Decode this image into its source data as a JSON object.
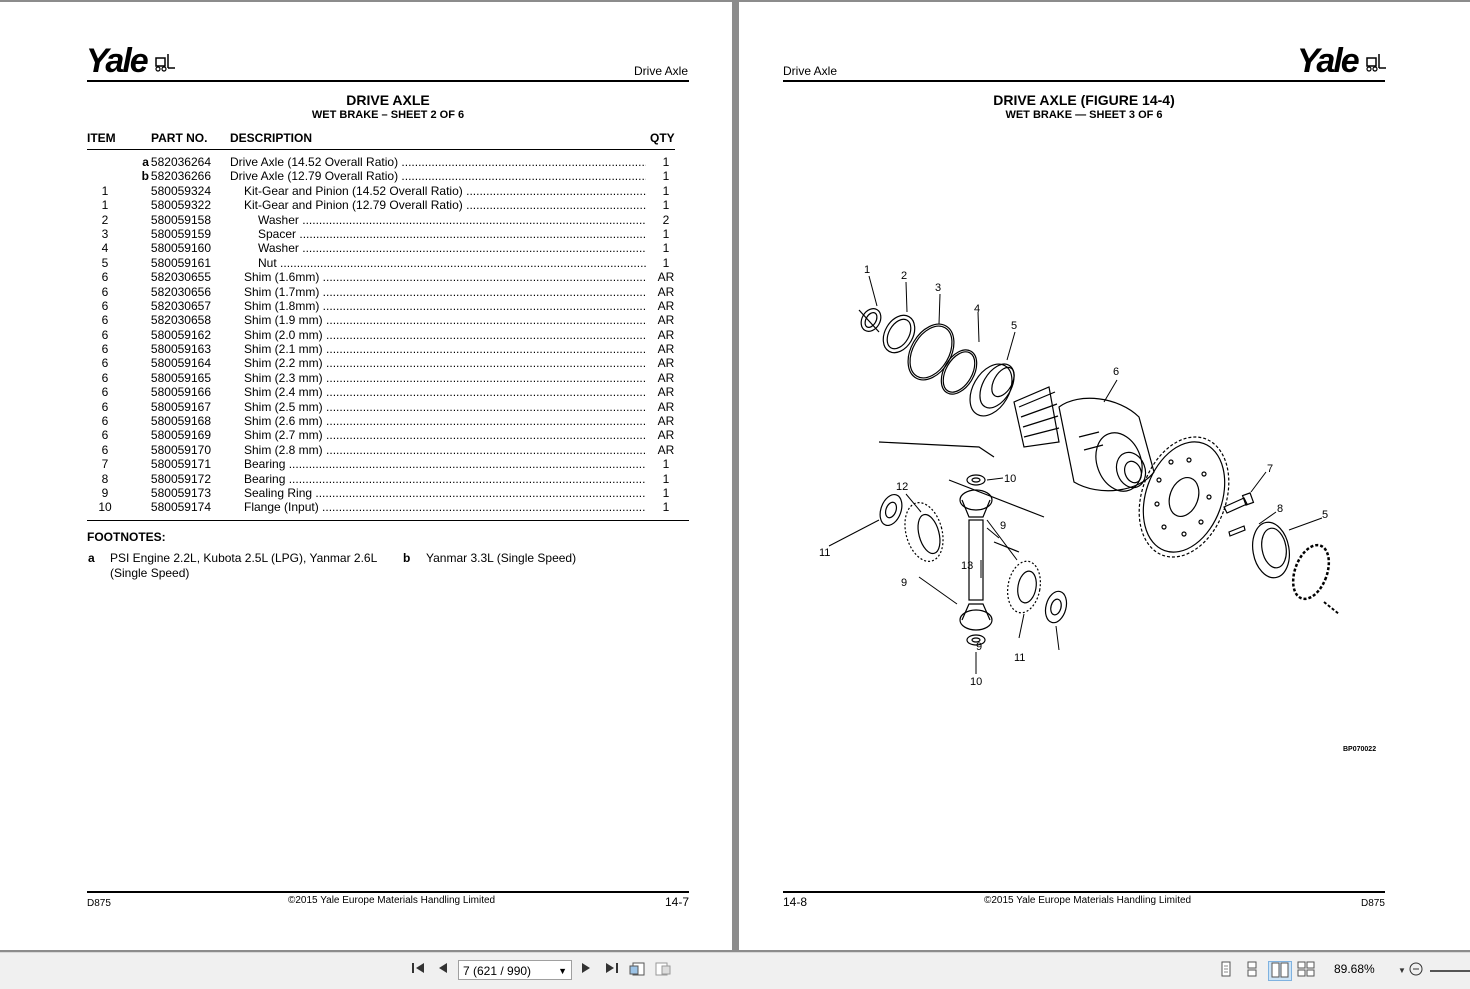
{
  "left_page": {
    "brand": "Yale",
    "header_section": "Drive Axle",
    "title": "DRIVE AXLE",
    "subtitle": "WET BRAKE – SHEET 2 OF 6",
    "columns": {
      "item": "ITEM",
      "part": "PART NO.",
      "desc": "DESCRIPTION",
      "qty": "QTY"
    },
    "rows": [
      {
        "item": "",
        "prefix": "a",
        "part": "582036264",
        "desc": "Drive Axle (14.52 Overall Ratio)",
        "indent": 0,
        "qty": "1"
      },
      {
        "item": "",
        "prefix": "b",
        "part": "582036266",
        "desc": "Drive Axle (12.79 Overall Ratio)",
        "indent": 0,
        "qty": "1"
      },
      {
        "item": "1",
        "prefix": "",
        "part": "580059324",
        "desc": "Kit-Gear and Pinion (14.52 Overall Ratio)",
        "indent": 1,
        "qty": "1"
      },
      {
        "item": "1",
        "prefix": "",
        "part": "580059322",
        "desc": "Kit-Gear and Pinion (12.79 Overall Ratio)",
        "indent": 1,
        "qty": "1"
      },
      {
        "item": "2",
        "prefix": "",
        "part": "580059158",
        "desc": "Washer",
        "indent": 2,
        "qty": "2"
      },
      {
        "item": "3",
        "prefix": "",
        "part": "580059159",
        "desc": "Spacer",
        "indent": 2,
        "qty": "1"
      },
      {
        "item": "4",
        "prefix": "",
        "part": "580059160",
        "desc": "Washer",
        "indent": 2,
        "qty": "1"
      },
      {
        "item": "5",
        "prefix": "",
        "part": "580059161",
        "desc": "Nut",
        "indent": 2,
        "qty": "1"
      },
      {
        "item": "6",
        "prefix": "",
        "part": "582030655",
        "desc": "Shim (1.6mm)",
        "indent": 1,
        "qty": "AR"
      },
      {
        "item": "6",
        "prefix": "",
        "part": "582030656",
        "desc": "Shim (1.7mm)",
        "indent": 1,
        "qty": "AR"
      },
      {
        "item": "6",
        "prefix": "",
        "part": "582030657",
        "desc": "Shim (1.8mm)",
        "indent": 1,
        "qty": "AR"
      },
      {
        "item": "6",
        "prefix": "",
        "part": "582030658",
        "desc": "Shim (1.9 mm)",
        "indent": 1,
        "qty": "AR"
      },
      {
        "item": "6",
        "prefix": "",
        "part": "580059162",
        "desc": "Shim (2.0 mm)",
        "indent": 1,
        "qty": "AR"
      },
      {
        "item": "6",
        "prefix": "",
        "part": "580059163",
        "desc": "Shim (2.1 mm)",
        "indent": 1,
        "qty": "AR"
      },
      {
        "item": "6",
        "prefix": "",
        "part": "580059164",
        "desc": "Shim (2.2 mm)",
        "indent": 1,
        "qty": "AR"
      },
      {
        "item": "6",
        "prefix": "",
        "part": "580059165",
        "desc": "Shim (2.3 mm)",
        "indent": 1,
        "qty": "AR"
      },
      {
        "item": "6",
        "prefix": "",
        "part": "580059166",
        "desc": "Shim (2.4 mm)",
        "indent": 1,
        "qty": "AR"
      },
      {
        "item": "6",
        "prefix": "",
        "part": "580059167",
        "desc": "Shim (2.5 mm)",
        "indent": 1,
        "qty": "AR"
      },
      {
        "item": "6",
        "prefix": "",
        "part": "580059168",
        "desc": "Shim (2.6 mm)",
        "indent": 1,
        "qty": "AR"
      },
      {
        "item": "6",
        "prefix": "",
        "part": "580059169",
        "desc": "Shim (2.7 mm)",
        "indent": 1,
        "qty": "AR"
      },
      {
        "item": "6",
        "prefix": "",
        "part": "580059170",
        "desc": "Shim (2.8 mm)",
        "indent": 1,
        "qty": "AR"
      },
      {
        "item": "7",
        "prefix": "",
        "part": "580059171",
        "desc": "Bearing",
        "indent": 1,
        "qty": "1"
      },
      {
        "item": "8",
        "prefix": "",
        "part": "580059172",
        "desc": "Bearing",
        "indent": 1,
        "qty": "1"
      },
      {
        "item": "9",
        "prefix": "",
        "part": "580059173",
        "desc": "Sealing Ring",
        "indent": 1,
        "qty": "1"
      },
      {
        "item": "10",
        "prefix": "",
        "part": "580059174",
        "desc": "Flange (Input)",
        "indent": 1,
        "qty": "1"
      }
    ],
    "footnotes_title": "FOOTNOTES:",
    "footnote_a_key": "a",
    "footnote_a_line1": "PSI Engine 2.2L, Kubota 2.5L (LPG), Yanmar 2.6L",
    "footnote_a_line2": "(Single Speed)",
    "footnote_b_key": "b",
    "footnote_b": "Yanmar 3.3L (Single Speed)",
    "footer_left": "D875",
    "footer_center": "©2015 Yale Europe Materials Handling Limited",
    "footer_right": "14-7"
  },
  "right_page": {
    "brand": "Yale",
    "header_section": "Drive Axle",
    "title": "DRIVE AXLE (FIGURE 14-4)",
    "subtitle": "WET BRAKE — SHEET 3 OF 6",
    "callouts": {
      "c1": "1",
      "c2": "2",
      "c3": "3",
      "c4": "4",
      "c5a": "5",
      "c6": "6",
      "c7": "7",
      "c8": "8",
      "c5b": "5",
      "c10a": "10",
      "c12": "12",
      "c9a": "9",
      "c11a": "11",
      "c13": "13",
      "c9b": "9",
      "c9c": "9",
      "c11b": "11",
      "c10b": "10"
    },
    "figure_id": "BP070022",
    "footer_left": "14-8",
    "footer_center": "©2015 Yale Europe Materials Handling Limited",
    "footer_right": "D875"
  },
  "toolbar": {
    "page_indicator": "7 (621 / 990)",
    "zoom": "89.68%"
  }
}
